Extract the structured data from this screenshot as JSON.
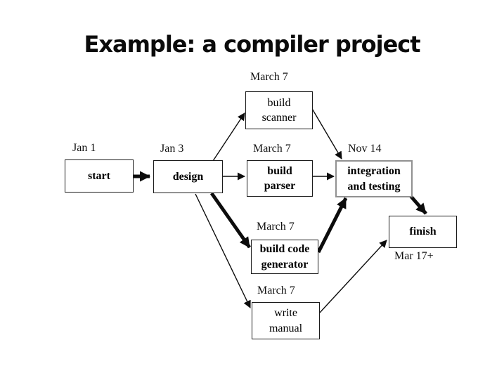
{
  "slide": {
    "title": "Example: a compiler project"
  },
  "diagram": {
    "type": "task-dependency-diagram",
    "nodes": [
      {
        "id": "start",
        "label": "start",
        "date": "Jan 1"
      },
      {
        "id": "design",
        "label": "design",
        "date": "Jan 3"
      },
      {
        "id": "build-scanner",
        "label": "build\nscanner",
        "date": "March 7"
      },
      {
        "id": "build-parser",
        "label": "build\nparser",
        "date": "March 7"
      },
      {
        "id": "build-code-generator",
        "label": "build code\ngenerator",
        "date": "March 7"
      },
      {
        "id": "write-manual",
        "label": "write\nmanual",
        "date": "March 7"
      },
      {
        "id": "integration-and-testing",
        "label": "integration\nand testing",
        "date": "Nov 14"
      },
      {
        "id": "finish",
        "label": "finish",
        "date": "Mar 17+"
      }
    ],
    "edges": [
      {
        "from": "start",
        "to": "design",
        "emphasis": "thick"
      },
      {
        "from": "design",
        "to": "build-scanner",
        "emphasis": "thin"
      },
      {
        "from": "design",
        "to": "build-parser",
        "emphasis": "thin"
      },
      {
        "from": "design",
        "to": "build-code-generator",
        "emphasis": "thick"
      },
      {
        "from": "design",
        "to": "write-manual",
        "emphasis": "thin"
      },
      {
        "from": "build-scanner",
        "to": "integration-and-testing",
        "emphasis": "thin"
      },
      {
        "from": "build-parser",
        "to": "integration-and-testing",
        "emphasis": "thin"
      },
      {
        "from": "build-code-generator",
        "to": "integration-and-testing",
        "emphasis": "thick"
      },
      {
        "from": "integration-and-testing",
        "to": "finish",
        "emphasis": "thick"
      },
      {
        "from": "write-manual",
        "to": "finish",
        "emphasis": "thin"
      }
    ],
    "colors": {
      "background": "#ffffff",
      "text": "#000000",
      "box_border": "#1b1b1b",
      "integration_box_border": "#919191"
    }
  }
}
